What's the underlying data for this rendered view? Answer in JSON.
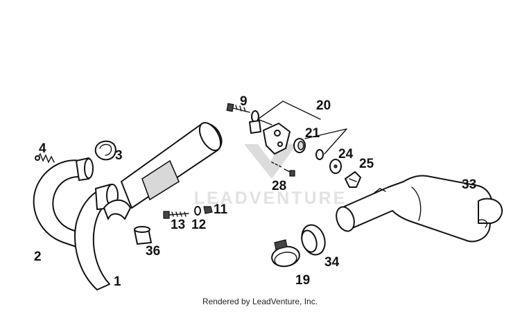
{
  "watermark": {
    "text": "LEADVENTURE"
  },
  "footer": {
    "text": "Rendered by LeadVenture, Inc."
  },
  "callouts": [
    "1",
    "2",
    "3",
    "4",
    "9",
    "11",
    "12",
    "13",
    "19",
    "20",
    "21",
    "24",
    "25",
    "28",
    "33",
    "34",
    "36"
  ]
}
